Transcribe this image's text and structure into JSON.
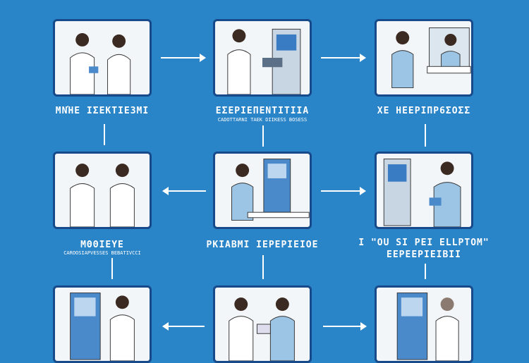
{
  "steps": [
    {
      "title": "ΜΝΉΕ ΙΣΕΚΤΙΕЗΜΙ",
      "subtitle": ""
    },
    {
      "title": "ΕΣΕΡΙΕΠΕΝΤΙΤΙΙΑ",
      "subtitle": "CADOTTARNI TAEK DIIKESS BOSESS"
    },
    {
      "title": "ΧΕ ΗΕΕΡΙΠΡ6ΣΟΣΣ",
      "subtitle": ""
    },
    {
      "title": "ΜΘΘΙΕΥΕ",
      "subtitle": "CAROOSIAPVESSES BEBATIVCCI"
    },
    {
      "title": "ΡΚΙΑΒΜΙ ΙΕΡΕΡΙΕΙΟΕ",
      "subtitle": ""
    },
    {
      "title": "I \"OU SI PEI ELLPTOM\"",
      "subtitle": "ΕΕΡΕΕΡΙΕΙΒΙΙ"
    }
  ],
  "colors": {
    "background": "#2a84c8",
    "panel_border": "#174a8a",
    "panel": "#f3f6f9"
  }
}
